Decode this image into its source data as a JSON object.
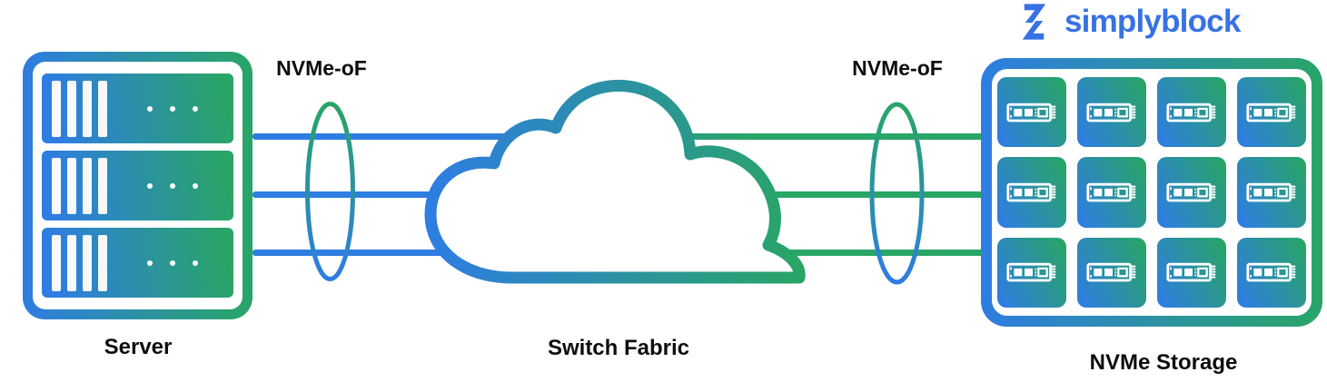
{
  "page": {
    "background": "#ffffff"
  },
  "brand": {
    "logo_text": "simplyblock",
    "logo_color": "#3772e4",
    "logo_icon": "simplyblock-s-icon"
  },
  "palette": {
    "blue": "#2e7de2",
    "green": "#29a566",
    "label_color": "#0d0d0d",
    "node_fill": "#ffffff"
  },
  "diagram": {
    "server": {
      "label": "Server",
      "row_count": 3,
      "bars_per_row": 4,
      "dots_per_row": 3,
      "icon": "server-rack-icon"
    },
    "fabric": {
      "label": "Switch Fabric",
      "icon": "cloud-icon"
    },
    "storage": {
      "label": "NVMe Storage",
      "grid_rows": 3,
      "grid_cols": 4,
      "drive_icon": "nvme-drive-icon"
    },
    "links": {
      "left": {
        "label": "NVMe-oF",
        "lens_icon": "lens-ellipse-icon"
      },
      "right": {
        "label": "NVMe-oF",
        "lens_icon": "lens-ellipse-icon"
      },
      "line_count": 3
    }
  }
}
